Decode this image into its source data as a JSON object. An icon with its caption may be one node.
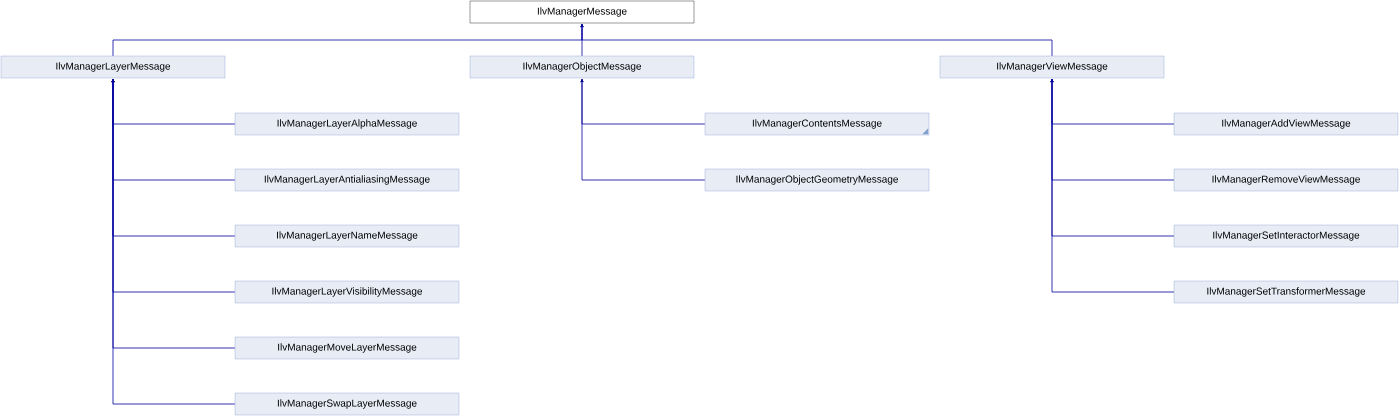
{
  "diagram": {
    "nodes": [
      {
        "text": [
          "IlvManagerMessage"
        ]
      },
      {
        "text": [
          "IlvManagerLayerMessage"
        ]
      },
      {
        "text": [
          "IlvManagerObjectMessage"
        ]
      },
      {
        "text": [
          "IlvManagerViewMessage"
        ]
      },
      {
        "text": [
          "IlvManagerLayerAlphaMessage"
        ]
      },
      {
        "text": [
          "IlvManagerLayerAntialiasingMessage"
        ]
      },
      {
        "text": [
          "IlvManagerLayerNameMessage"
        ]
      },
      {
        "text": [
          "IlvManagerLayerVisibilityMessage"
        ]
      },
      {
        "text": [
          "IlvManagerMoveLayerMessage"
        ]
      },
      {
        "text": [
          "IlvManagerSwapLayerMessage"
        ]
      },
      {
        "text": [
          "IlvManagerContentsMessage"
        ]
      },
      {
        "text": [
          "IlvManagerObjectGeometryMessage"
        ]
      },
      {
        "text": [
          "IlvManagerAddViewMessage"
        ]
      },
      {
        "text": [
          "IlvManagerRemoveViewMessage"
        ]
      },
      {
        "text": [
          "IlvManagerSetInteractorMessage"
        ]
      },
      {
        "text": [
          "IlvManagerSetTransformerMessage"
        ]
      }
    ],
    "edges": [
      {
        "from": 1,
        "to": 0,
        "arrow": "to"
      },
      {
        "from": 2,
        "to": 0,
        "arrow": "to"
      },
      {
        "from": 3,
        "to": 0,
        "arrow": "to"
      },
      {
        "from": 4,
        "to": 1,
        "arrow": "to"
      },
      {
        "from": 5,
        "to": 1,
        "arrow": "to"
      },
      {
        "from": 6,
        "to": 1,
        "arrow": "to"
      },
      {
        "from": 7,
        "to": 1,
        "arrow": "to"
      },
      {
        "from": 8,
        "to": 1,
        "arrow": "to"
      },
      {
        "from": 9,
        "to": 1,
        "arrow": "to"
      },
      {
        "from": 10,
        "to": 2,
        "arrow": "to"
      },
      {
        "from": 11,
        "to": 2,
        "arrow": "to"
      },
      {
        "from": 12,
        "to": 3,
        "arrow": "to"
      },
      {
        "from": 13,
        "to": 3,
        "arrow": "to"
      },
      {
        "from": 14,
        "to": 3,
        "arrow": "to"
      },
      {
        "from": 15,
        "to": 3,
        "arrow": "to"
      }
    ]
  }
}
